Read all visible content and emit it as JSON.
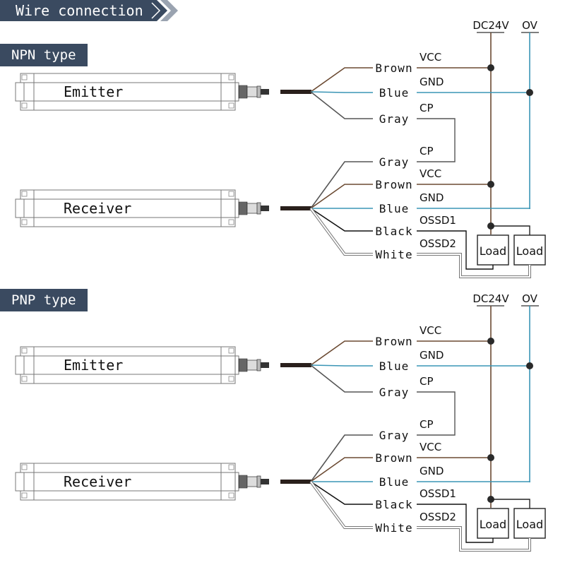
{
  "header": {
    "title": "Wire connection"
  },
  "colors": {
    "banner_bg": "#3a4a60",
    "brown": "#6b4a32",
    "blue": "#3a95b5",
    "gray": "#555555",
    "black": "#111111",
    "white_wire": "#888888"
  },
  "sections": [
    {
      "type_label": "NPN type",
      "supply": {
        "positive": "DC24V",
        "negative": "OV"
      },
      "emitter": {
        "label": "Emitter",
        "wires": [
          {
            "color": "Brown",
            "signal": "VCC"
          },
          {
            "color": "Blue",
            "signal": "GND"
          },
          {
            "color": "Gray",
            "signal": "CP"
          }
        ]
      },
      "receiver": {
        "label": "Receiver",
        "wires": [
          {
            "color": "Gray",
            "signal": "CP"
          },
          {
            "color": "Brown",
            "signal": "VCC"
          },
          {
            "color": "Blue",
            "signal": "GND"
          },
          {
            "color": "Black",
            "signal": "OSSD1"
          },
          {
            "color": "White",
            "signal": "OSSD2"
          }
        ]
      },
      "loads": [
        "Load",
        "Load"
      ]
    },
    {
      "type_label": "PNP type",
      "supply": {
        "positive": "DC24V",
        "negative": "OV"
      },
      "emitter": {
        "label": "Emitter",
        "wires": [
          {
            "color": "Brown",
            "signal": "VCC"
          },
          {
            "color": "Blue",
            "signal": "GND"
          },
          {
            "color": "Gray",
            "signal": "CP"
          }
        ]
      },
      "receiver": {
        "label": "Receiver",
        "wires": [
          {
            "color": "Gray",
            "signal": "CP"
          },
          {
            "color": "Brown",
            "signal": "VCC"
          },
          {
            "color": "Blue",
            "signal": "GND"
          },
          {
            "color": "Black",
            "signal": "OSSD1"
          },
          {
            "color": "White",
            "signal": "OSSD2"
          }
        ]
      },
      "loads": [
        "Load",
        "Load"
      ]
    }
  ]
}
